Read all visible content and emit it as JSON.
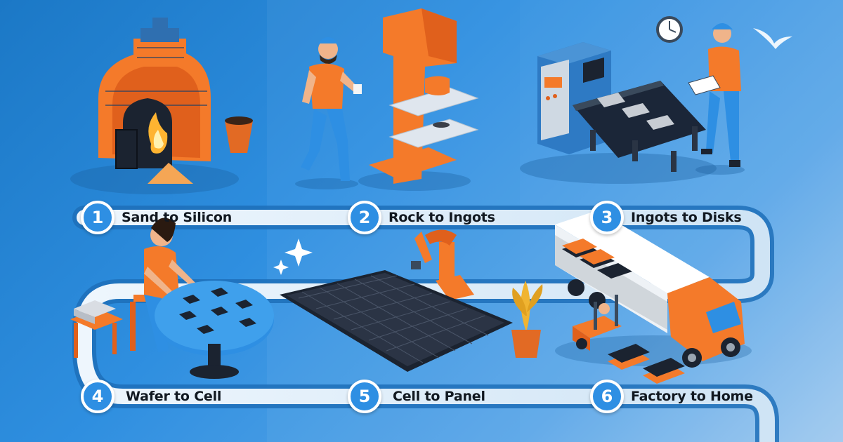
{
  "steps": [
    {
      "number": "1",
      "label": "Sand to Silicon"
    },
    {
      "number": "2",
      "label": "Rock to Ingots"
    },
    {
      "number": "3",
      "label": "Ingots to Disks"
    },
    {
      "number": "4",
      "label": "Wafer to Cell"
    },
    {
      "number": "5",
      "label": "Cell to Panel"
    },
    {
      "number": "6",
      "label": "Factory to Home"
    }
  ],
  "colors": {
    "background": "#2f8fe0",
    "accent_orange": "#f47a2a",
    "path_light": "#d7e9f7",
    "path_dark": "#1d6fb8",
    "badge_fill": "#2e8fe3",
    "label_text": "#111820"
  },
  "icons": [
    "brick-furnace-icon",
    "crucible-icon",
    "worker-icon",
    "ingot-press-icon",
    "conveyor-machine-icon",
    "wall-clock-icon",
    "bird-logo-icon",
    "sparkle-icon",
    "round-table-icon",
    "printer-icon",
    "solar-panel-icon",
    "robot-arm-icon",
    "potted-plant-icon",
    "truck-icon",
    "forklift-icon",
    "pallet-icon"
  ]
}
